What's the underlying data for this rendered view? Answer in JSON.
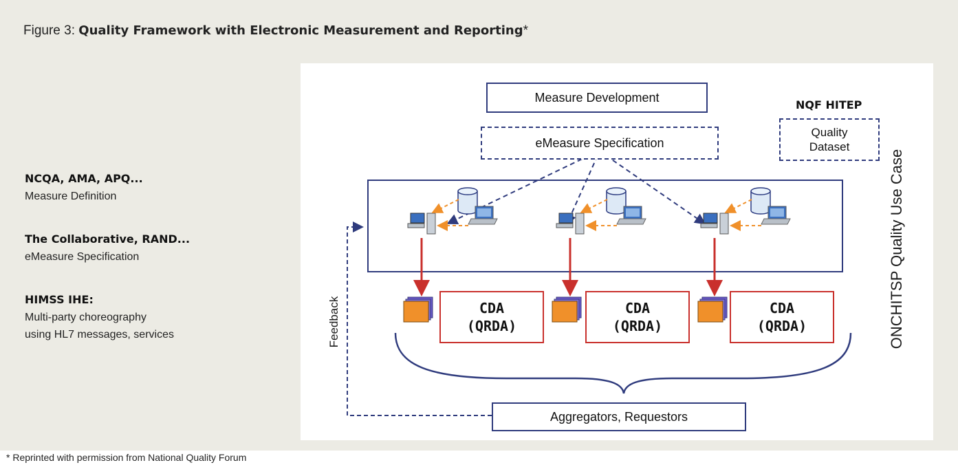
{
  "figure": {
    "label": "Figure 3:",
    "title": "Quality Framework with Electronic Measurement and Reporting",
    "asterisk": "*"
  },
  "left_panel": [
    {
      "org": "NCQA, AMA, APQ...",
      "desc": [
        "Measure Definition"
      ]
    },
    {
      "org": "The Collaborative, RAND...",
      "desc": [
        "eMeasure Specification"
      ]
    },
    {
      "org": "HIMSS IHE:",
      "desc": [
        "Multi-party choreography",
        "using HL7 messages, services"
      ]
    }
  ],
  "diagram": {
    "measure_development": "Measure Development",
    "emeasure_specification": "eMeasure Specification",
    "nqf_hitep": "NQF HITEP",
    "quality_dataset": [
      "Quality",
      "Dataset"
    ],
    "cda_boxes": [
      {
        "line1": "CDA",
        "line2": "(QRDA)"
      },
      {
        "line1": "CDA",
        "line2": "(QRDA)"
      },
      {
        "line1": "CDA",
        "line2": "(QRDA)"
      }
    ],
    "feedback": "Feedback",
    "aggregators": "Aggregators, Requestors",
    "use_case": "ONCHITSP Quality Use Case",
    "colors": {
      "navy": "#2f3b7d",
      "red": "#c9302c",
      "orange": "#f0902a",
      "panel": "#ecebe4"
    }
  },
  "footnote": "* Reprinted with permission from National Quality Forum"
}
